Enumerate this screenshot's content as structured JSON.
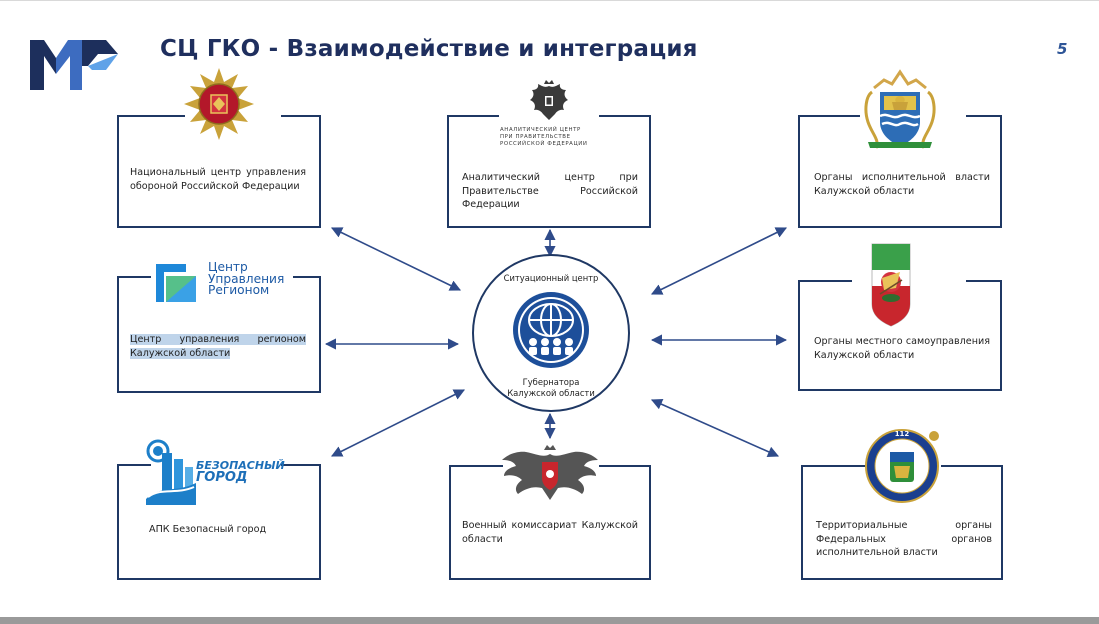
{
  "header": {
    "title": "СЦ ГКО - Взаимодействие и интеграция",
    "page_number": "5"
  },
  "center": {
    "top_label": "Ситуационный центр",
    "bottom_label_line1": "Губернатора",
    "bottom_label_line2": "Калужской области"
  },
  "nodes": {
    "defense_center": {
      "label": "Национальный центр управления обороной Российской Федерации"
    },
    "analytic_center": {
      "label": "Аналитический центр при Правительстве Российской Федерации",
      "logo_line1": "АНАЛИТИЧЕСКИЙ ЦЕНТР",
      "logo_line2": "ПРИ ПРАВИТЕЛЬСТВЕ",
      "logo_line3": "РОССИЙСКОЙ ФЕДЕРАЦИИ"
    },
    "regional_executive": {
      "label": "Органы исполнительной власти Калужской области"
    },
    "region_control_center": {
      "label": "Центр управления регионом Калужской области",
      "logo_line1": "Центр",
      "logo_line2": "Управления",
      "logo_line3": "Регионом"
    },
    "local_government": {
      "label": "Органы местного самоуправления Калужской области"
    },
    "safe_city": {
      "label": "АПК Безопасный город",
      "logo_line1": "БЕЗОПАСНЫЙ",
      "logo_line2": "ГОРОД"
    },
    "military_commissariat": {
      "label": "Военный комиссариат Калужской области"
    },
    "federal_bodies": {
      "label": "Территориальные органы Федеральных органов исполнительной власти",
      "emblem_text": "112"
    }
  },
  "colors": {
    "frame": "#1f3864",
    "arrow": "#2f4b8a",
    "title": "#1f2f5e",
    "accent_blue": "#1d5aa5",
    "highlight": "#bfd4ea"
  }
}
